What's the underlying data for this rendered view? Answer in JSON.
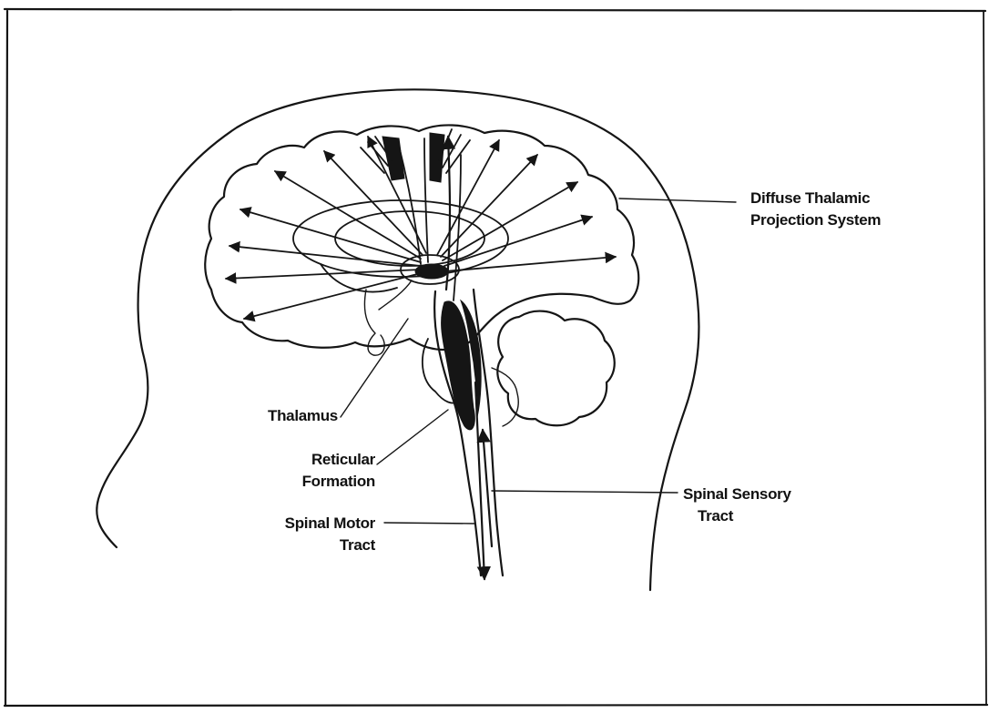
{
  "labels": {
    "diffuse_line1": "Diffuse Thalamic",
    "diffuse_line2": "Projection System",
    "thalamus": "Thalamus",
    "reticular_line1": "Reticular",
    "reticular_line2": "Formation",
    "spinal_motor_line1": "Spinal Motor",
    "spinal_motor_line2": "Tract",
    "spinal_sensory_line1": "Spinal Sensory",
    "spinal_sensory_line2": "Tract"
  },
  "colors": {
    "ink": "#151515",
    "paper": "#ffffff"
  }
}
